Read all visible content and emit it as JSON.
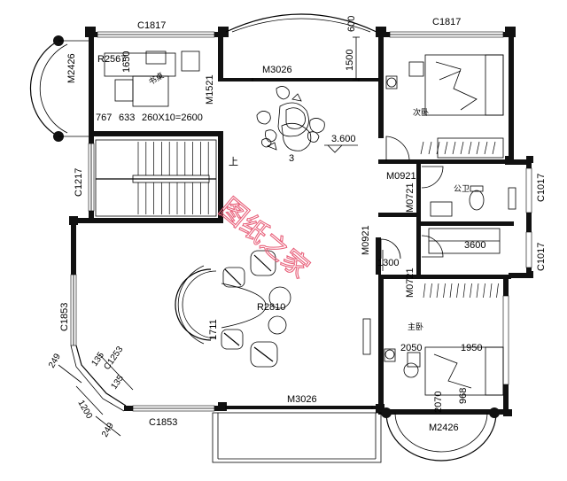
{
  "watermark": "图纸之家",
  "window_labels": {
    "top_left": "C1817",
    "top_right": "C1817",
    "bottom": "C1853",
    "left_stair": "C1217",
    "left_living": "C1853",
    "right_wc_top": "C1017",
    "right_wc_bottom": "C1017",
    "bay_diag": "C1253"
  },
  "door_labels": {
    "study_top": "M3026",
    "living_bottom": "M3026",
    "bay_left": "M2426",
    "bay_bottom": "M2426",
    "bed2": "M0921",
    "wc_upper": "M0721",
    "corridor_vert": "M0921",
    "wc_lower": "M0721",
    "study_side": "M1521",
    "living_arc": "R2810",
    "bay_radius": "R2567"
  },
  "dimensions": {
    "study_a": "1650",
    "study_b": "767",
    "study_c": "633",
    "stair_steps": "260X10=2600",
    "top_mid": "1500",
    "top_mid_b": "600",
    "elev": "3.600",
    "h1300": "1300",
    "h3600": "3600",
    "bed_2050": "2050",
    "bed_1950": "1950",
    "bed_2070": "2070",
    "bed_968": "968",
    "arc_1711": "1711",
    "c249a": "249",
    "c249b": "249",
    "c1200": "1200",
    "c135a": "135",
    "c135b": "135",
    "n3": "3"
  },
  "room_labels": {
    "bedroom2": "次卧",
    "bathroom": "公卫",
    "master": "主卧",
    "stair_up": "上",
    "study_desk": "书桌"
  }
}
